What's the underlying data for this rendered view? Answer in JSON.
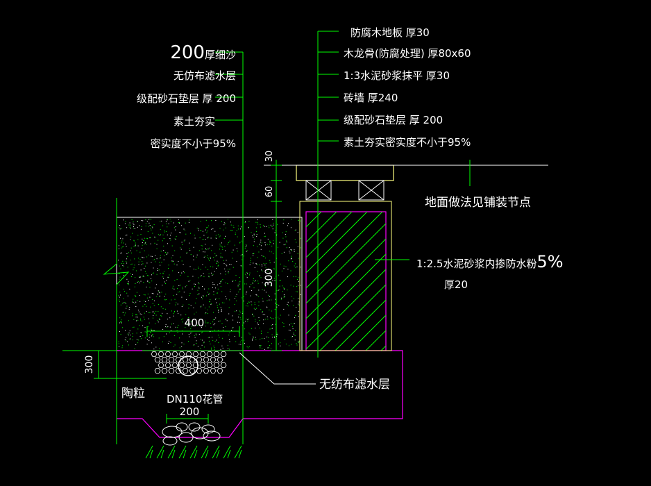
{
  "colors": {
    "background": "#000000",
    "text": "#ffffff",
    "leader": "#00ff00",
    "outline": "#ff00ff",
    "timber": "#ffff80",
    "gravel_fill": "#00ff00"
  },
  "labels_left": [
    {
      "size_prefix": "200",
      "text": "厚细沙"
    },
    {
      "text": "无仿布滤水层"
    },
    {
      "text": "级配砂石垫层 厚 200"
    },
    {
      "text": "素土夯实"
    },
    {
      "text": "密实度不小于95%"
    }
  ],
  "labels_right": [
    {
      "text": "防腐木地板  厚30"
    },
    {
      "text": "木龙骨(防腐处理) 厚80x60"
    },
    {
      "text": "1:3水泥砂浆抹平 厚30"
    },
    {
      "text": "砖墙 厚240"
    },
    {
      "text": "级配砂石垫层 厚 200"
    },
    {
      "text": "素土夯实密实度不小于95%"
    }
  ],
  "floor_note": "地面做法见铺装节点",
  "waterproof_note": {
    "line1": "1:2.5水泥砂浆内掺防水粉",
    "pct": "5%",
    "line2": "厚20"
  },
  "filter_note": "无纺布滤水层",
  "ceramsite_label": "陶粒",
  "pipe_label": "DN110花管",
  "dimensions": {
    "top_30": "30",
    "top_60": "60",
    "wall_300": "300",
    "width_400": "400",
    "trench_300": "300",
    "trench_200": "200"
  }
}
